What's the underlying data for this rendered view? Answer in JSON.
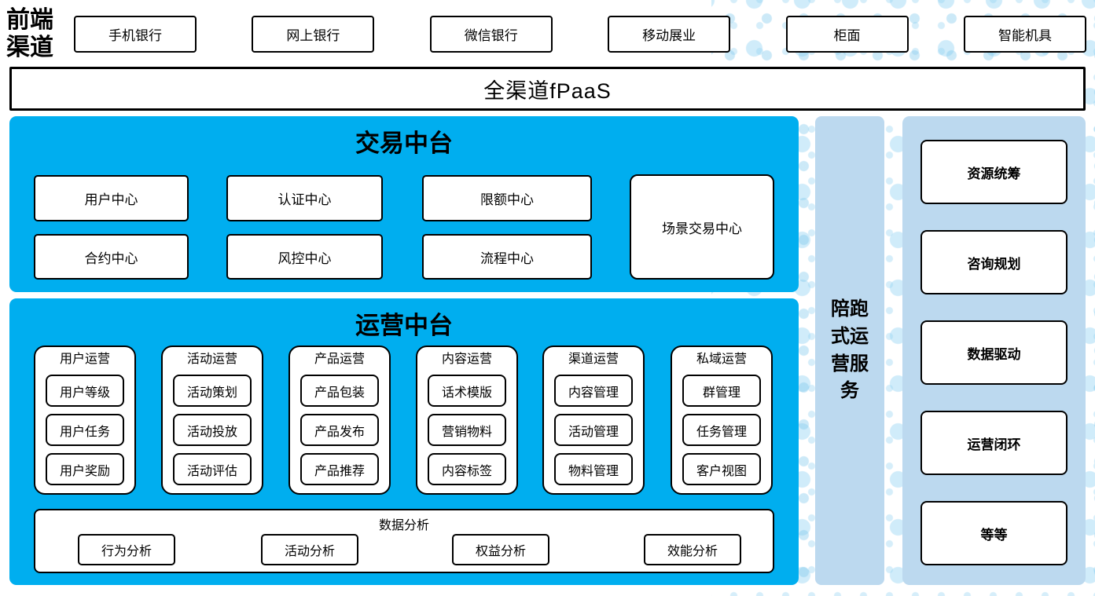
{
  "colors": {
    "blue": "#00AEEF",
    "light_blue": "#BCD9EF",
    "dot_blue": "#BCE2F5",
    "border": "#000000"
  },
  "front_channels": {
    "label": "前端渠道",
    "items": [
      "手机银行",
      "网上银行",
      "微信银行",
      "移动展业",
      "柜面",
      "智能机具"
    ]
  },
  "fpaas_bar": {
    "label": "全渠道fPaaS"
  },
  "transaction_platform": {
    "title": "交易中台",
    "row1": [
      "用户中心",
      "认证中心",
      "限额中心"
    ],
    "row2": [
      "合约中心",
      "风控中心",
      "流程中心"
    ],
    "tall_box": "场景交易中心"
  },
  "operation_platform": {
    "title": "运营中台",
    "groups": [
      {
        "title": "用户运营",
        "items": [
          "用户等级",
          "用户任务",
          "用户奖励"
        ]
      },
      {
        "title": "活动运营",
        "items": [
          "活动策划",
          "活动投放",
          "活动评估"
        ]
      },
      {
        "title": "产品运营",
        "items": [
          "产品包装",
          "产品发布",
          "产品推荐"
        ]
      },
      {
        "title": "内容运营",
        "items": [
          "话术模版",
          "营销物料",
          "内容标签"
        ]
      },
      {
        "title": "渠道运营",
        "items": [
          "内容管理",
          "活动管理",
          "物料管理"
        ]
      },
      {
        "title": "私域运营",
        "items": [
          "群管理",
          "任务管理",
          "客户视图"
        ]
      }
    ],
    "analysis": {
      "title": "数据分析",
      "items": [
        "行为分析",
        "活动分析",
        "权益分析",
        "效能分析"
      ]
    }
  },
  "side_bar": {
    "label": "陪跑式运营服务"
  },
  "right_panel": {
    "items": [
      "资源统筹",
      "咨询规划",
      "数据驱动",
      "运营闭环",
      "等等"
    ]
  }
}
